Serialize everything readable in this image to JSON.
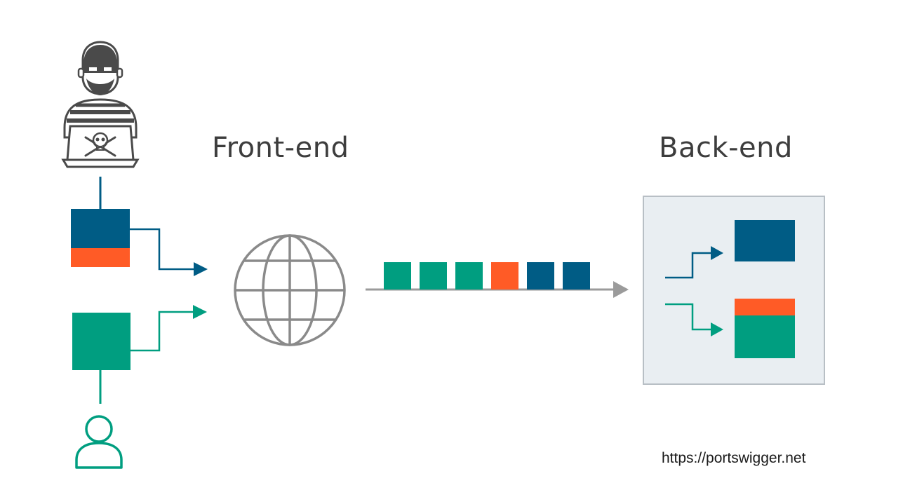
{
  "labels": {
    "frontend": "Front-end",
    "backend": "Back-end",
    "source": "https://portswigger.net"
  },
  "icons": {
    "attacker": "hacker-with-laptop-icon",
    "victim": "user-icon",
    "frontend": "globe-icon"
  },
  "colors": {
    "attacker_request": "#005C85",
    "smuggled_prefix": "#FF5B26",
    "victim_request": "#009E80",
    "arrow_gray": "#9b9b9b",
    "icon_gray": "#8a8a8a",
    "backend_panel": "#e9eef2",
    "backend_border": "#b8bfc5"
  },
  "queue": [
    "victim_request",
    "victim_request",
    "victim_request",
    "smuggled_prefix",
    "attacker_request",
    "attacker_request"
  ]
}
